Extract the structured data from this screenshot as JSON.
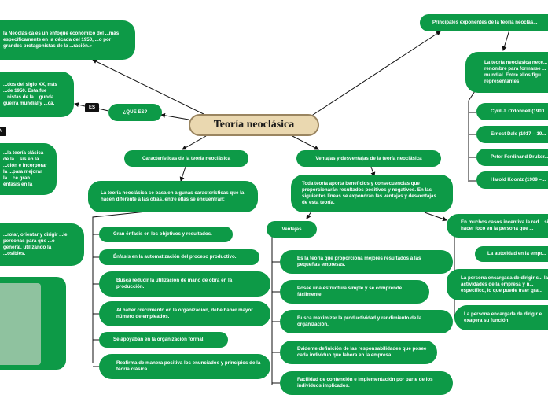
{
  "root": {
    "title": "Teoría neoclásica"
  },
  "left": {
    "que_es_label": "¿QUE ES?",
    "es_tag": "ES",
    "n_tag": "N",
    "desc1": "la Neoclásica es un enfoque económico del ...más específicamente en la década del 1950, ...o por grandes protagonistas de la ...ración.»",
    "desc2": "...dos del siglo XX, más ...de 1950. Esta fue ...nistas de la ...gunda guerra mundial y ...ca.",
    "desc3": "...la teoría clásica de la ...sis en la ...ción e incorporar la ...para mejorar la ...ce gran énfasis en la",
    "desc4": "...rolar, orientar y dirigir ...le personas para que ...o general, utilizando la ...osibles."
  },
  "characteristics": {
    "title": "Características de la teoría neoclásica",
    "intro": "La teoría neoclásica se basa en algunas características que la hacen diferente a las otras, entre ellas se encuentran:",
    "items": [
      "Gran énfasis en los objetivos y resultados.",
      "Énfasis en la automatización del proceso productivo.",
      "Busca reducir la utilización de mano de obra en la producción.",
      "Al haber crecimiento en la organización, debe haber mayor número de empleados.",
      "Se apoyaban en la organización formal.",
      "Reafirma de manera positiva los enunciados y principios de la teoría clásica."
    ]
  },
  "pros_cons": {
    "title": "Ventajas y desventajas de la teoría neoclásica",
    "intro": "Toda teoría aporta beneficios y consecuencias que proporcionarán resultados positivos y negativos. En las siguientes líneas se expondrán las ventajas y desventajas de esta teoría.",
    "ventajas_label": "Ventajas",
    "ventajas": [
      "Es la teoría que proporciona mejores resultados a las pequeñas empresas.",
      "Posee una estructura simple y se comprende fácilmente.",
      "Busca maximizar la productividad y rendimiento de la organización.",
      "Evidente definición de las responsabilidades que posee cada individuo que labora en la empresa.",
      "Facilidad de contención e implementación por parte de los individuos implicados."
    ],
    "desventajas": [
      "En muchos casos incentiva la red... sin hacer foco en la persona que ...",
      "La autoridad en la empr...",
      "La persona encargada de dirigir s... las actividades de la empresa y n... específico, lo que puede traer gra...",
      "La persona encargada de dirigir e... exagera su función"
    ]
  },
  "exponents": {
    "title": "Principales exponentes de la teoría neoclás...",
    "intro": "La teoría neoclásica nece... renombre para formarse ... mundial. Entre ellos figu... representantes",
    "people": [
      "Cyril J. O'donnell (1900...",
      "Ernest Dale (1917 – 19...",
      "Peter Ferdinand Druker...",
      "Harold Koontz (1909 –..."
    ]
  }
}
